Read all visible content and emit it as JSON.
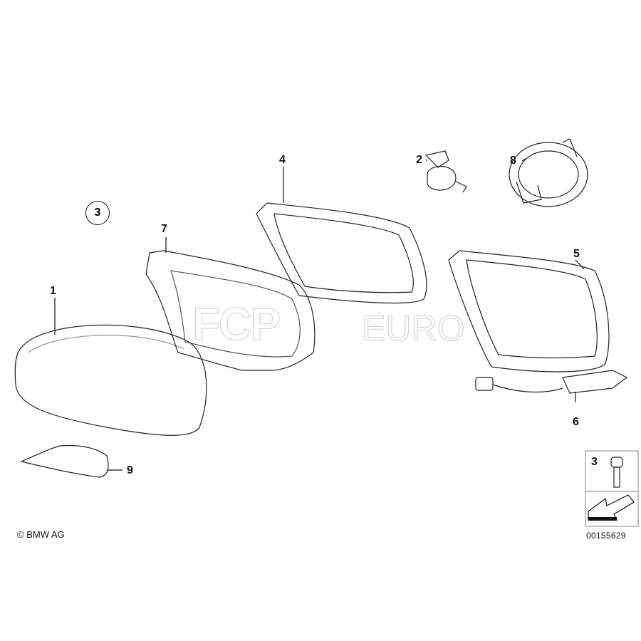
{
  "diagram": {
    "callouts": [
      "1",
      "2",
      "3",
      "4",
      "5",
      "6",
      "7",
      "8",
      "9"
    ],
    "circled_callout": "3",
    "legend_box": {
      "part_number": "3"
    },
    "copyright": "© BMW AG",
    "image_code": "00155629",
    "watermark": {
      "brand": "FCP",
      "suffix": "EURO"
    }
  }
}
